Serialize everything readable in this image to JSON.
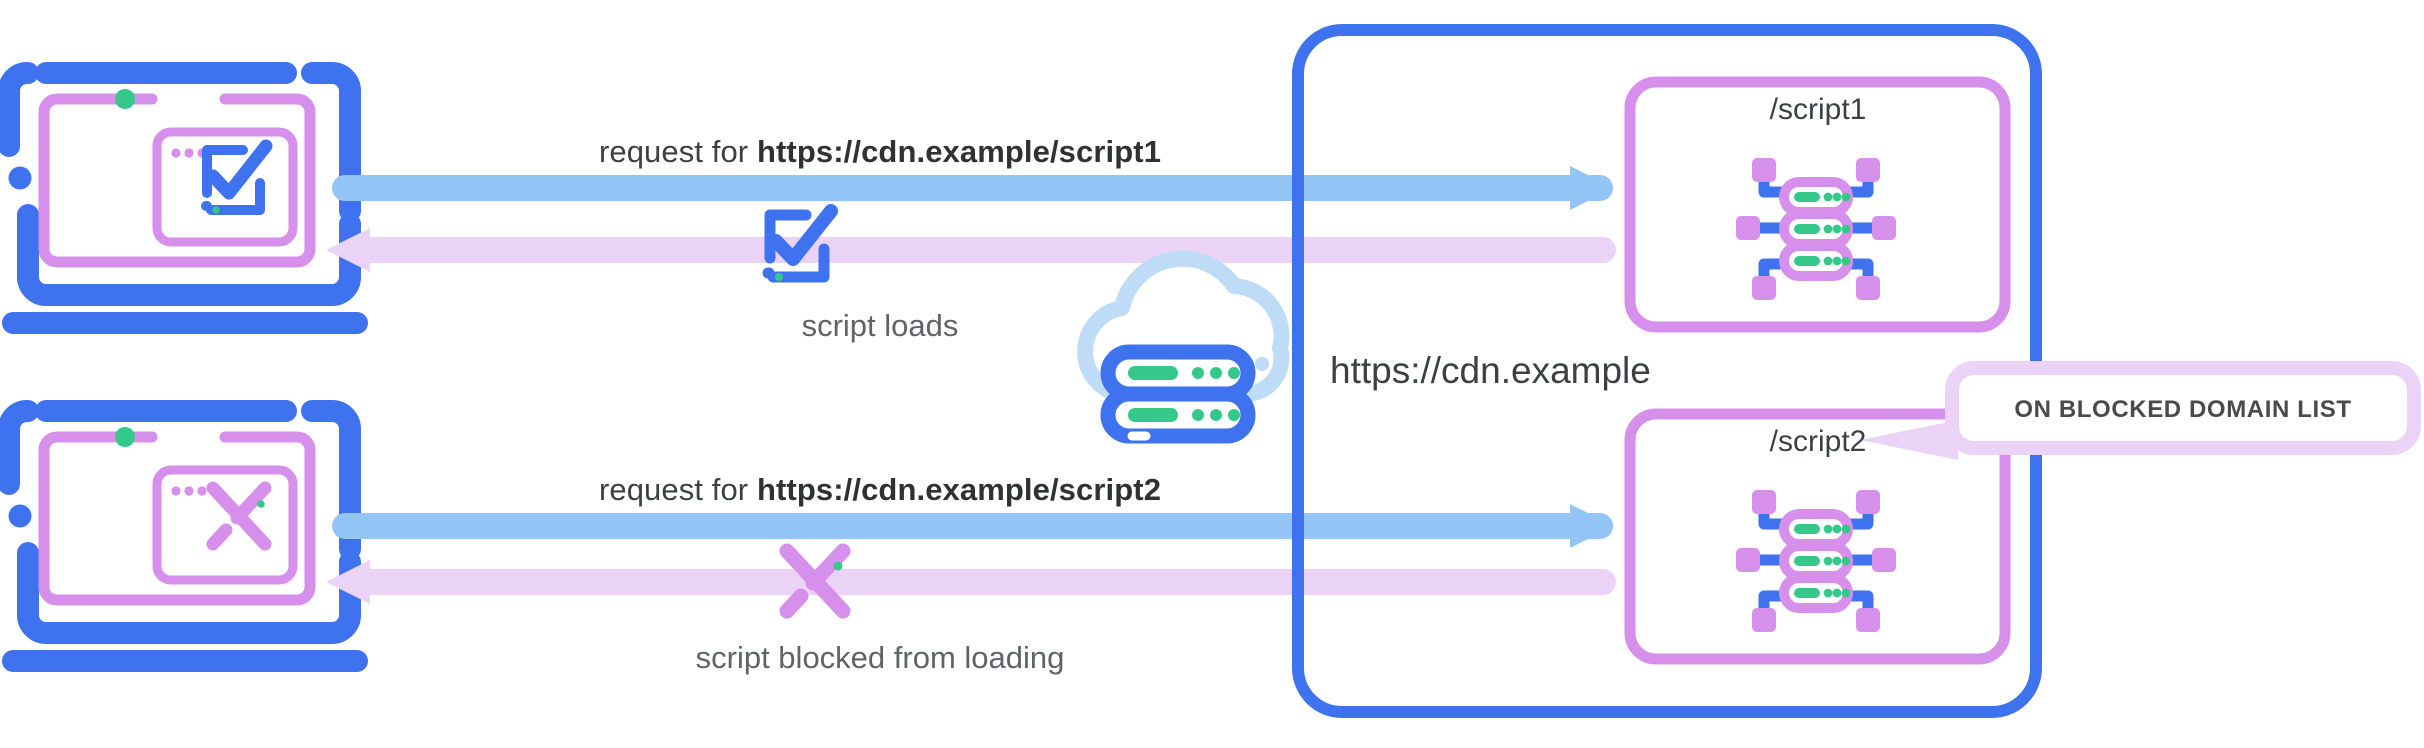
{
  "diagram": {
    "title": "CDN script blocking flow",
    "colors": {
      "blue": "#3f72ee",
      "blue_light": "#93c5f7",
      "purple": "#d68fea",
      "purple_light": "#ebd3f8",
      "green": "#34c98a",
      "text": "#3c4043",
      "text_muted": "#5f6368"
    },
    "flows": [
      {
        "id": "allowed",
        "request_prefix": "request for ",
        "request_url": "https://cdn.example/script1",
        "status_label": "script loads",
        "status_icon": "check-square-icon",
        "client_icon": "laptop-check-icon",
        "target_label": "/script1",
        "blocked": false
      },
      {
        "id": "blocked",
        "request_prefix": "request for ",
        "request_url": "https://cdn.example/script2",
        "status_label": "script blocked from loading",
        "status_icon": "cross-icon",
        "client_icon": "laptop-cross-icon",
        "target_label": "/script2",
        "blocked": true
      }
    ],
    "cloud": {
      "icon": "cloud-server-icon"
    },
    "server": {
      "domain_label": "https://cdn.example"
    },
    "callout": {
      "text": "ON BLOCKED DOMAIN LIST"
    }
  }
}
